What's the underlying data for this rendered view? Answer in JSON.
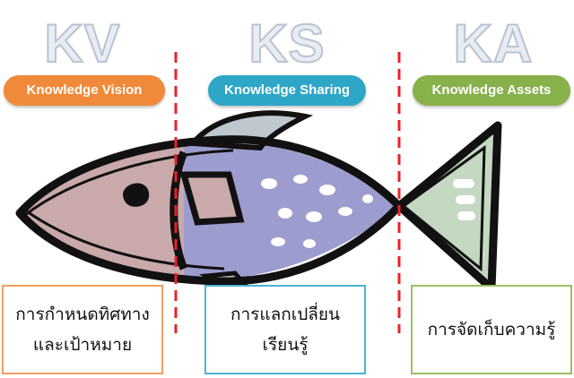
{
  "columns": [
    {
      "abbr": "KV",
      "pill": "Knowledge Vision",
      "box_lines": [
        "การกำหนดทิศทาง",
        "และเป้าหมาย"
      ],
      "color": "#f08a3a",
      "box_border": "#f0a060"
    },
    {
      "abbr": "KS",
      "pill": "Knowledge Sharing",
      "box_lines": [
        "การแลกเปลี่ยน",
        "เรียนรู้"
      ],
      "color": "#2ea6c8",
      "box_border": "#4bb3d4"
    },
    {
      "abbr": "KA",
      "pill": "Knowledge Assets",
      "box_lines": [
        "การจัดเก็บความรู้"
      ],
      "color": "#88b04b",
      "box_border": "#9cc062"
    }
  ],
  "colors": {
    "divider": "#e8232a",
    "head_fill": "#c9a9a9",
    "body_fill": "#9c9ccf",
    "tail_fill": "#c4d8c2",
    "outline": "#111111"
  },
  "icons": [
    "fish-illustration"
  ]
}
